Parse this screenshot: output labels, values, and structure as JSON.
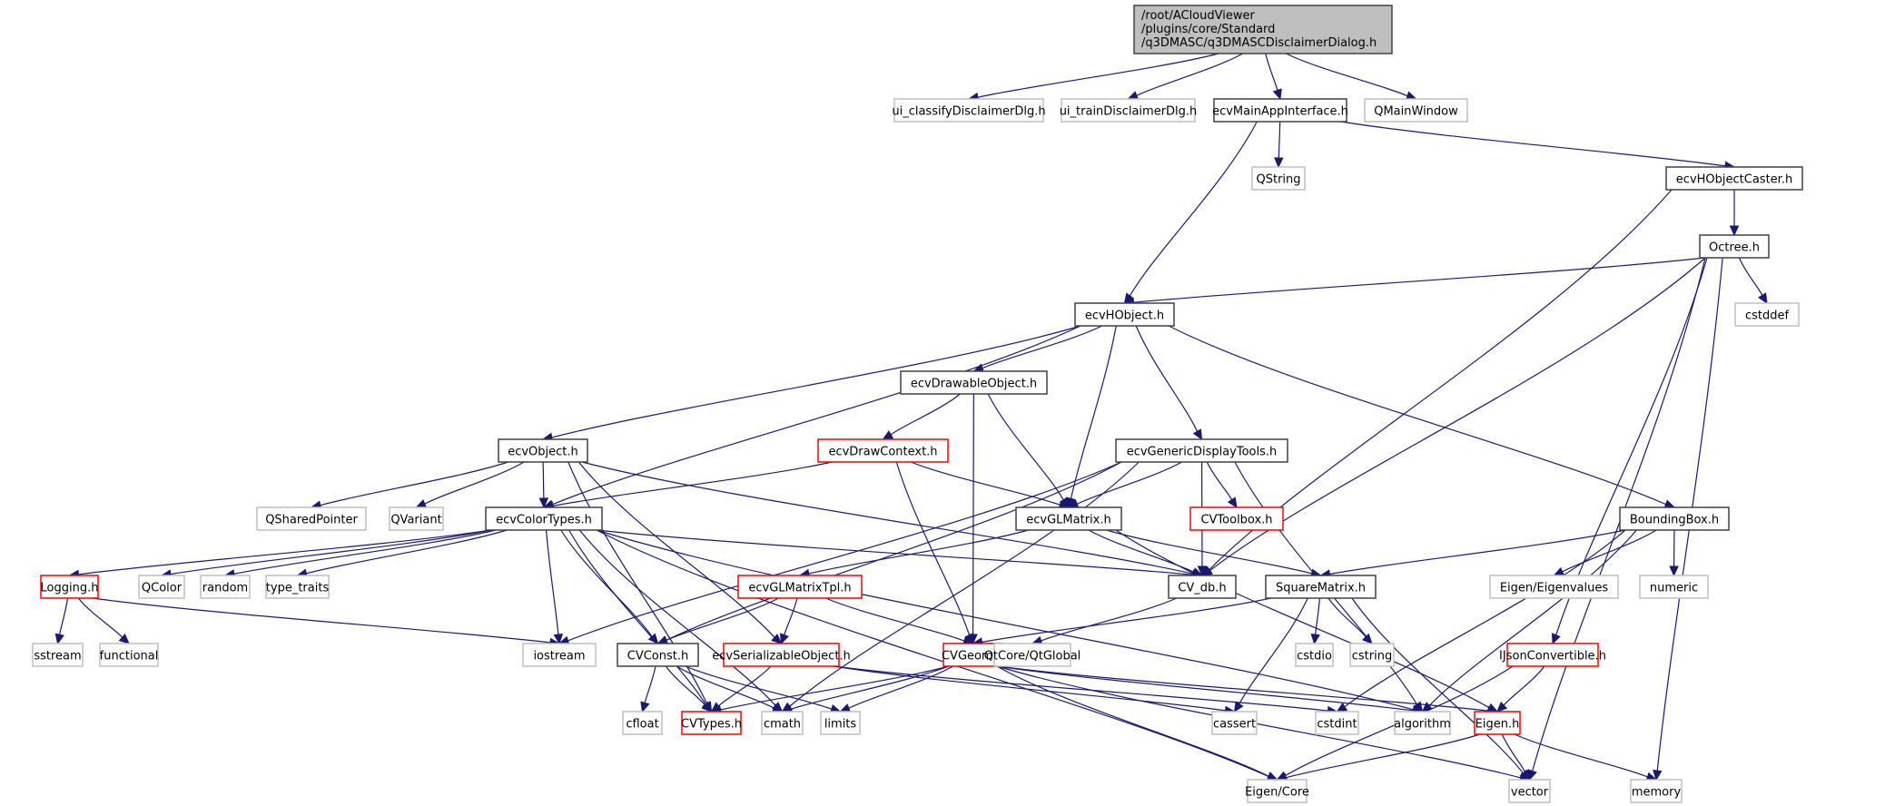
{
  "diagram": {
    "type": "include-dependency-graph",
    "colors": {
      "edge": "#191970",
      "root_fill": "#bfbfbf",
      "documented_border": "#404040",
      "truncated_border": "#ff0000",
      "external_border": "#bfbfbf"
    },
    "nodes": [
      {
        "id": "root",
        "kind": "root",
        "lines": [
          "/root/ACloudViewer",
          "/plugins/core/Standard",
          "/q3DMASC/q3DMASCDisclaimerDialog.h"
        ]
      },
      {
        "id": "ui_classify",
        "kind": "ext",
        "lines": [
          "ui_classifyDisclaimerDlg.h"
        ]
      },
      {
        "id": "ui_train",
        "kind": "ext",
        "lines": [
          "ui_trainDisclaimerDlg.h"
        ]
      },
      {
        "id": "ecvMainApp",
        "kind": "doc",
        "lines": [
          "ecvMainAppInterface.h"
        ]
      },
      {
        "id": "QMainWindow",
        "kind": "ext",
        "lines": [
          "QMainWindow"
        ]
      },
      {
        "id": "QString",
        "kind": "ext",
        "lines": [
          "QString"
        ]
      },
      {
        "id": "ecvHObjectCaster",
        "kind": "doc",
        "lines": [
          "ecvHObjectCaster.h"
        ]
      },
      {
        "id": "Octree",
        "kind": "doc",
        "lines": [
          "Octree.h"
        ]
      },
      {
        "id": "cstddef",
        "kind": "ext",
        "lines": [
          "cstddef"
        ]
      },
      {
        "id": "ecvHObject",
        "kind": "doc",
        "lines": [
          "ecvHObject.h"
        ]
      },
      {
        "id": "ecvDrawableObject",
        "kind": "doc",
        "lines": [
          "ecvDrawableObject.h"
        ]
      },
      {
        "id": "ecvObject",
        "kind": "doc",
        "lines": [
          "ecvObject.h"
        ]
      },
      {
        "id": "ecvDrawContext",
        "kind": "trunc",
        "lines": [
          "ecvDrawContext.h"
        ]
      },
      {
        "id": "ecvGenericDisplayTools",
        "kind": "doc",
        "lines": [
          "ecvGenericDisplayTools.h"
        ]
      },
      {
        "id": "BoundingBox",
        "kind": "doc",
        "lines": [
          "BoundingBox.h"
        ]
      },
      {
        "id": "QSharedPointer",
        "kind": "ext",
        "lines": [
          "QSharedPointer"
        ]
      },
      {
        "id": "QVariant",
        "kind": "ext",
        "lines": [
          "QVariant"
        ]
      },
      {
        "id": "ecvColorTypes",
        "kind": "doc",
        "lines": [
          "ecvColorTypes.h"
        ]
      },
      {
        "id": "ecvGLMatrix",
        "kind": "doc",
        "lines": [
          "ecvGLMatrix.h"
        ]
      },
      {
        "id": "CVToolbox",
        "kind": "trunc",
        "lines": [
          "CVToolbox.h"
        ]
      },
      {
        "id": "Logging",
        "kind": "trunc",
        "lines": [
          "Logging.h"
        ]
      },
      {
        "id": "QColor",
        "kind": "ext",
        "lines": [
          "QColor"
        ]
      },
      {
        "id": "random",
        "kind": "ext",
        "lines": [
          "random"
        ]
      },
      {
        "id": "type_traits",
        "kind": "ext",
        "lines": [
          "type_traits"
        ]
      },
      {
        "id": "ecvGLMatrixTpl",
        "kind": "trunc",
        "lines": [
          "ecvGLMatrixTpl.h"
        ]
      },
      {
        "id": "CV_db",
        "kind": "doc",
        "lines": [
          "CV_db.h"
        ]
      },
      {
        "id": "SquareMatrix",
        "kind": "doc",
        "lines": [
          "SquareMatrix.h"
        ]
      },
      {
        "id": "EigenEigenvalues",
        "kind": "ext",
        "lines": [
          "Eigen/Eigenvalues"
        ]
      },
      {
        "id": "numeric",
        "kind": "ext",
        "lines": [
          "numeric"
        ]
      },
      {
        "id": "sstream",
        "kind": "ext",
        "lines": [
          "sstream"
        ]
      },
      {
        "id": "functional",
        "kind": "ext",
        "lines": [
          "functional"
        ]
      },
      {
        "id": "iostream",
        "kind": "ext",
        "lines": [
          "iostream"
        ]
      },
      {
        "id": "CVConst",
        "kind": "doc",
        "lines": [
          "CVConst.h"
        ]
      },
      {
        "id": "ecvSerializableObject",
        "kind": "trunc",
        "lines": [
          "ecvSerializableObject.h"
        ]
      },
      {
        "id": "CVGeom",
        "kind": "trunc",
        "lines": [
          "CVGeom.h"
        ]
      },
      {
        "id": "QtGlobal",
        "kind": "ext",
        "lines": [
          "QtCore/QtGlobal"
        ]
      },
      {
        "id": "cstdio",
        "kind": "ext",
        "lines": [
          "cstdio"
        ]
      },
      {
        "id": "cstring",
        "kind": "ext",
        "lines": [
          "cstring"
        ]
      },
      {
        "id": "IJsonConvertible",
        "kind": "trunc",
        "lines": [
          "IJsonConvertible.h"
        ]
      },
      {
        "id": "cfloat",
        "kind": "ext",
        "lines": [
          "cfloat"
        ]
      },
      {
        "id": "CVTypes",
        "kind": "trunc",
        "lines": [
          "CVTypes.h"
        ]
      },
      {
        "id": "cmath",
        "kind": "ext",
        "lines": [
          "cmath"
        ]
      },
      {
        "id": "limits",
        "kind": "ext",
        "lines": [
          "limits"
        ]
      },
      {
        "id": "cassert",
        "kind": "ext",
        "lines": [
          "cassert"
        ]
      },
      {
        "id": "cstdint",
        "kind": "ext",
        "lines": [
          "cstdint"
        ]
      },
      {
        "id": "algorithm",
        "kind": "ext",
        "lines": [
          "algorithm"
        ]
      },
      {
        "id": "EigenH",
        "kind": "trunc",
        "lines": [
          "Eigen.h"
        ]
      },
      {
        "id": "EigenCore",
        "kind": "ext",
        "lines": [
          "Eigen/Core"
        ]
      },
      {
        "id": "vector",
        "kind": "ext",
        "lines": [
          "vector"
        ]
      },
      {
        "id": "memory",
        "kind": "ext",
        "lines": [
          "memory"
        ]
      }
    ],
    "edges": [
      [
        "root",
        "ui_classify"
      ],
      [
        "root",
        "ui_train"
      ],
      [
        "root",
        "ecvMainApp"
      ],
      [
        "root",
        "QMainWindow"
      ],
      [
        "ecvMainApp",
        "QString"
      ],
      [
        "ecvMainApp",
        "ecvHObject"
      ],
      [
        "ecvMainApp",
        "ecvHObjectCaster"
      ],
      [
        "ecvHObjectCaster",
        "Octree"
      ],
      [
        "ecvHObjectCaster",
        "CV_db"
      ],
      [
        "Octree",
        "ecvHObject"
      ],
      [
        "Octree",
        "cstddef"
      ],
      [
        "Octree",
        "CV_db"
      ],
      [
        "Octree",
        "IJsonConvertible"
      ],
      [
        "Octree",
        "vector"
      ],
      [
        "Octree",
        "memory"
      ],
      [
        "ecvHObject",
        "ecvObject"
      ],
      [
        "ecvHObject",
        "ecvDrawableObject"
      ],
      [
        "ecvHObject",
        "ecvColorTypes"
      ],
      [
        "ecvHObject",
        "ecvGLMatrix"
      ],
      [
        "ecvHObject",
        "ecvGenericDisplayTools"
      ],
      [
        "ecvHObject",
        "BoundingBox"
      ],
      [
        "ecvDrawableObject",
        "ecvDrawContext"
      ],
      [
        "ecvDrawableObject",
        "ecvGLMatrix"
      ],
      [
        "ecvDrawableObject",
        "CVGeom"
      ],
      [
        "ecvDrawContext",
        "ecvColorTypes"
      ],
      [
        "ecvDrawContext",
        "ecvGLMatrix"
      ],
      [
        "ecvDrawContext",
        "CVGeom"
      ],
      [
        "ecvObject",
        "QSharedPointer"
      ],
      [
        "ecvObject",
        "QVariant"
      ],
      [
        "ecvObject",
        "ecvColorTypes"
      ],
      [
        "ecvObject",
        "CV_db"
      ],
      [
        "ecvObject",
        "ecvSerializableObject"
      ],
      [
        "ecvObject",
        "CVTypes"
      ],
      [
        "ecvGenericDisplayTools",
        "ecvGLMatrix"
      ],
      [
        "ecvGenericDisplayTools",
        "CVToolbox"
      ],
      [
        "ecvGenericDisplayTools",
        "CV_db"
      ],
      [
        "ecvGenericDisplayTools",
        "iostream"
      ],
      [
        "ecvGenericDisplayTools",
        "CVConst"
      ],
      [
        "ecvGenericDisplayTools",
        "cmath"
      ],
      [
        "ecvGenericDisplayTools",
        "algorithm"
      ],
      [
        "ecvColorTypes",
        "Logging"
      ],
      [
        "ecvColorTypes",
        "QColor"
      ],
      [
        "ecvColorTypes",
        "random"
      ],
      [
        "ecvColorTypes",
        "type_traits"
      ],
      [
        "ecvColorTypes",
        "CV_db"
      ],
      [
        "ecvColorTypes",
        "iostream"
      ],
      [
        "ecvColorTypes",
        "CVConst"
      ],
      [
        "ecvColorTypes",
        "cmath"
      ],
      [
        "ecvColorTypes",
        "CVTypes"
      ],
      [
        "ecvColorTypes",
        "EigenCore"
      ],
      [
        "ecvColorTypes",
        "algorithm"
      ],
      [
        "ecvGLMatrix",
        "ecvGLMatrixTpl"
      ],
      [
        "ecvGLMatrix",
        "CV_db"
      ],
      [
        "ecvGLMatrix",
        "SquareMatrix"
      ],
      [
        "ecvGLMatrix",
        "EigenH"
      ],
      [
        "Logging",
        "sstream"
      ],
      [
        "Logging",
        "functional"
      ],
      [
        "Logging",
        "iostream"
      ],
      [
        "ecvGLMatrixTpl",
        "CVConst"
      ],
      [
        "ecvGLMatrixTpl",
        "ecvSerializableObject"
      ],
      [
        "ecvGLMatrixTpl",
        "CVGeom"
      ],
      [
        "CV_db",
        "QtGlobal"
      ],
      [
        "SquareMatrix",
        "CVGeom"
      ],
      [
        "SquareMatrix",
        "cassert"
      ],
      [
        "SquareMatrix",
        "cstdio"
      ],
      [
        "SquareMatrix",
        "cstring"
      ],
      [
        "SquareMatrix",
        "vector"
      ],
      [
        "BoundingBox",
        "SquareMatrix"
      ],
      [
        "BoundingBox",
        "EigenEigenvalues"
      ],
      [
        "BoundingBox",
        "numeric"
      ],
      [
        "BoundingBox",
        "algorithm"
      ],
      [
        "BoundingBox",
        "cstdint"
      ],
      [
        "CVConst",
        "cfloat"
      ],
      [
        "CVConst",
        "CVTypes"
      ],
      [
        "CVConst",
        "cmath"
      ],
      [
        "CVConst",
        "limits"
      ],
      [
        "ecvSerializableObject",
        "CVTypes"
      ],
      [
        "ecvSerializableObject",
        "cassert"
      ],
      [
        "ecvSerializableObject",
        "cstdint"
      ],
      [
        "CVGeom",
        "CVTypes"
      ],
      [
        "CVGeom",
        "cmath"
      ],
      [
        "CVGeom",
        "limits"
      ],
      [
        "CVGeom",
        "algorithm"
      ],
      [
        "CVGeom",
        "EigenH"
      ],
      [
        "CVGeom",
        "EigenCore"
      ],
      [
        "CVGeom",
        "vector"
      ],
      [
        "IJsonConvertible",
        "EigenH"
      ],
      [
        "IJsonConvertible",
        "EigenCore"
      ],
      [
        "EigenH",
        "EigenCore"
      ],
      [
        "EigenH",
        "vector"
      ],
      [
        "EigenH",
        "memory"
      ]
    ]
  }
}
